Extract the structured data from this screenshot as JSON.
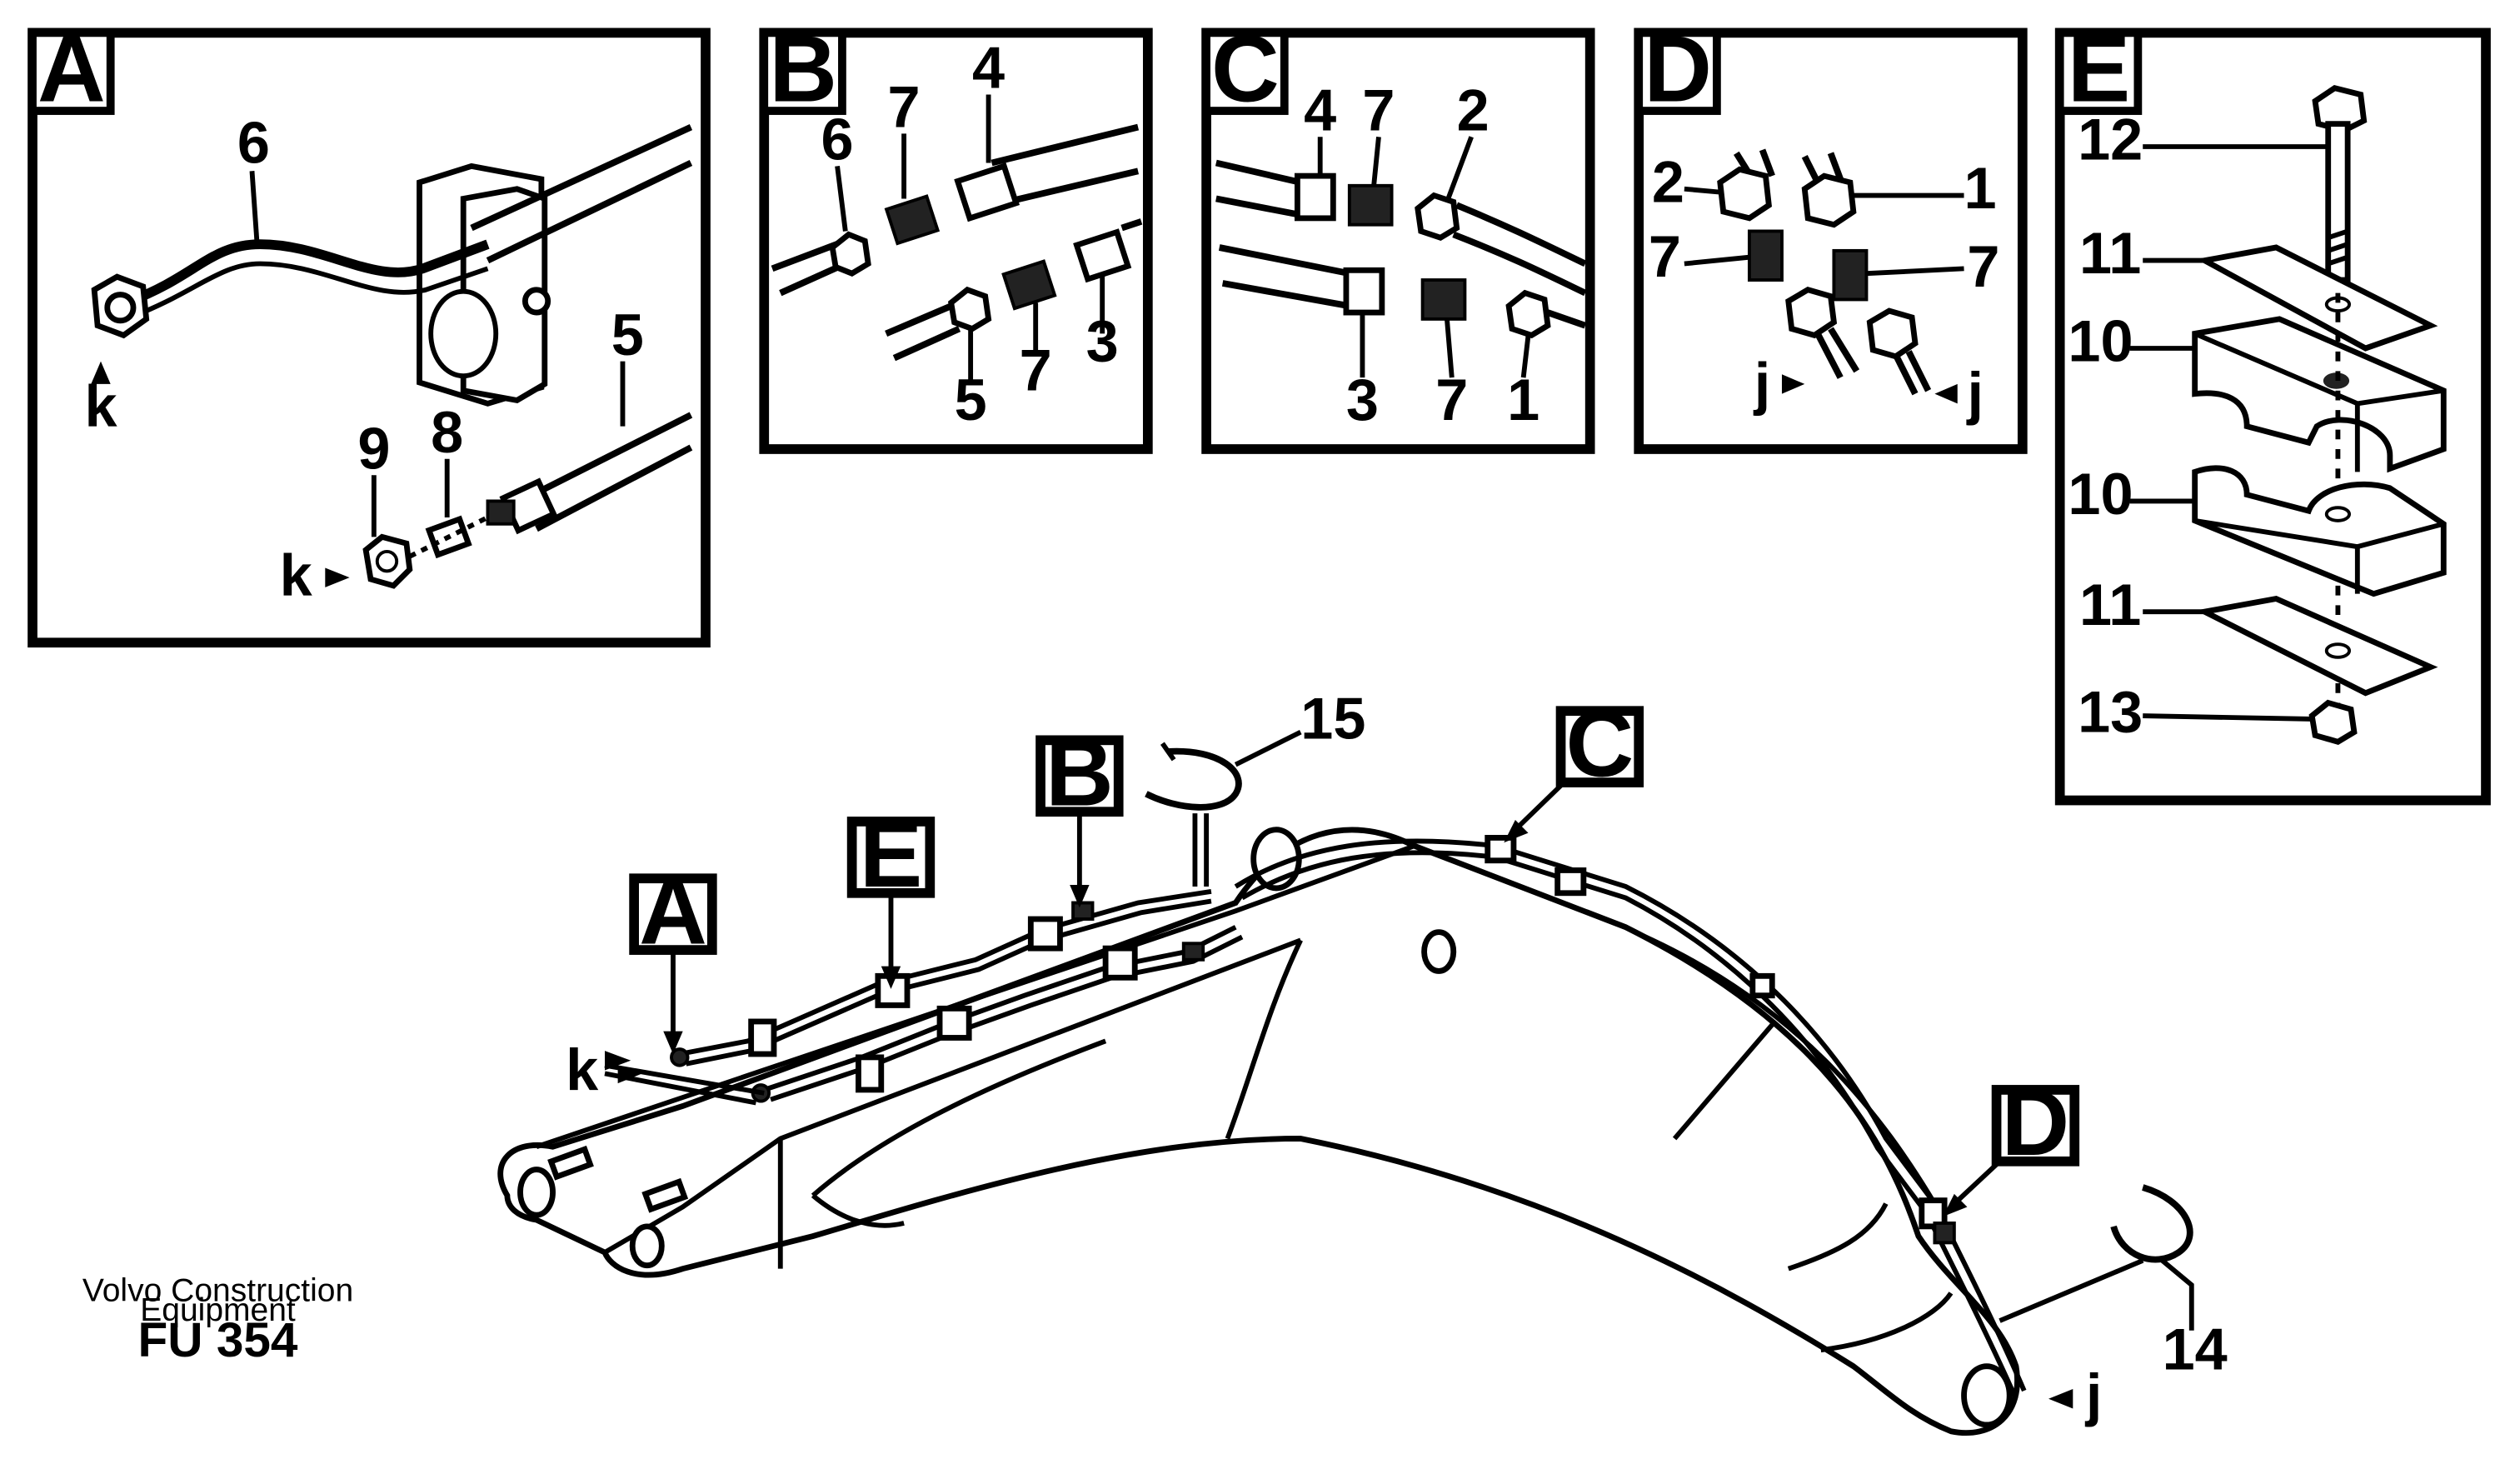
{
  "panels": {
    "A": {
      "tag": "A",
      "callouts": {
        "c6": "6",
        "c5": "5",
        "c9": "9",
        "c8": "8",
        "k1": "k",
        "k2": "k"
      }
    },
    "B": {
      "tag": "B",
      "callouts": {
        "c4": "4",
        "c7": "7",
        "c6": "6",
        "c5": "5",
        "c7b": "7",
        "c3": "3"
      }
    },
    "C": {
      "tag": "C",
      "callouts": {
        "c4": "4",
        "c7": "7",
        "c2": "2",
        "c3": "3",
        "c7b": "7",
        "c1": "1"
      }
    },
    "D": {
      "tag": "D",
      "callouts": {
        "c2": "2",
        "c1": "1",
        "c7a": "7",
        "c7b": "7",
        "j1": "j",
        "j2": "j"
      }
    },
    "E": {
      "tag": "E",
      "callouts": {
        "c12": "12",
        "c11a": "11",
        "c10a": "10",
        "c10b": "10",
        "c11b": "11",
        "c13": "13"
      }
    }
  },
  "main": {
    "tags": {
      "A": "A",
      "B": "B",
      "C": "C",
      "D": "D",
      "E": "E"
    },
    "callouts": {
      "c15": "15",
      "c14": "14",
      "k": "k",
      "j": "j"
    }
  },
  "footer": {
    "line1": "Volvo Construction",
    "line2": "Equipment",
    "code": "FU 354"
  }
}
